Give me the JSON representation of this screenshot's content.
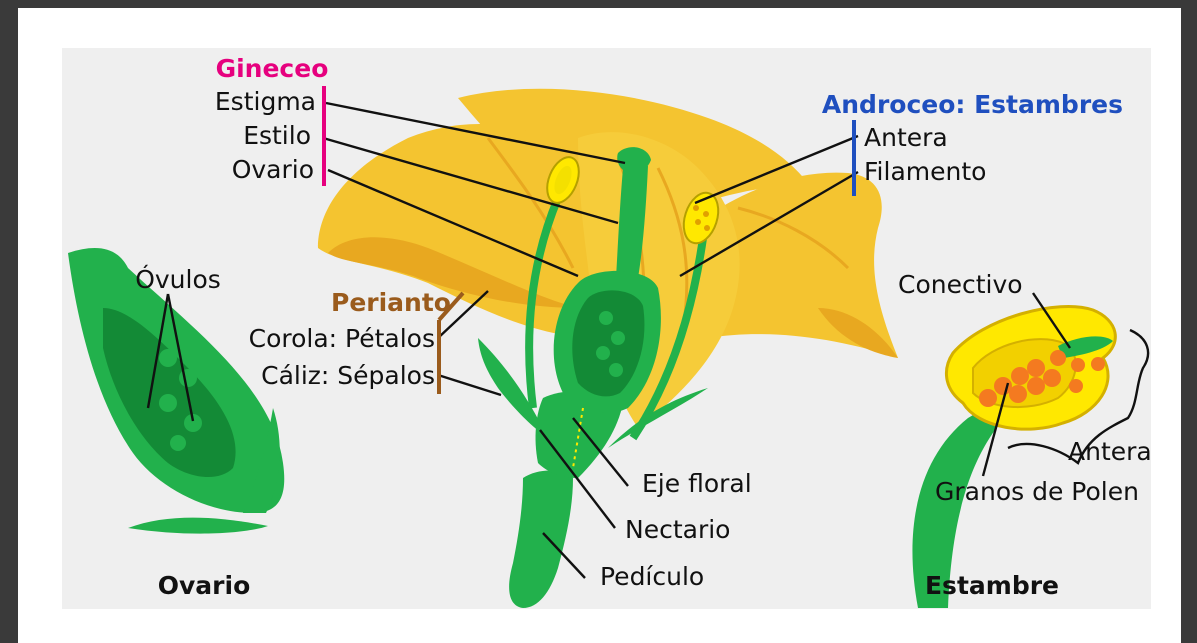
{
  "colors": {
    "background": "#efefef",
    "gineceo": "#e6007e",
    "androceo": "#1f4fbf",
    "perianto": "#9a5b1c",
    "petal": "#f4c430",
    "petal_shade": "#e8a820",
    "green": "#22b14c",
    "dark_green": "#138a36",
    "anther_yellow": "#ffe800",
    "pollen": "#f47a20"
  },
  "labels": {
    "gineceo": "Gineceo",
    "estigma": "Estigma",
    "estilo": "Estilo",
    "ovario": "Ovario",
    "androceo": "Androceo: Estambres",
    "antera": "Antera",
    "filamento": "Filamento",
    "ovulos": "Óvulos",
    "perianto": "Perianto",
    "corola": "Corola: Pétalos",
    "caliz": "Cáliz: Sépalos",
    "conectivo": "Conectivo",
    "antera_detail": "Antera",
    "granos": "Granos de Polen",
    "eje_floral": "Eje floral",
    "nectario": "Nectario",
    "pediculo": "Pedículo",
    "ovario_caption": "Ovario",
    "estambre_caption": "Estambre"
  }
}
